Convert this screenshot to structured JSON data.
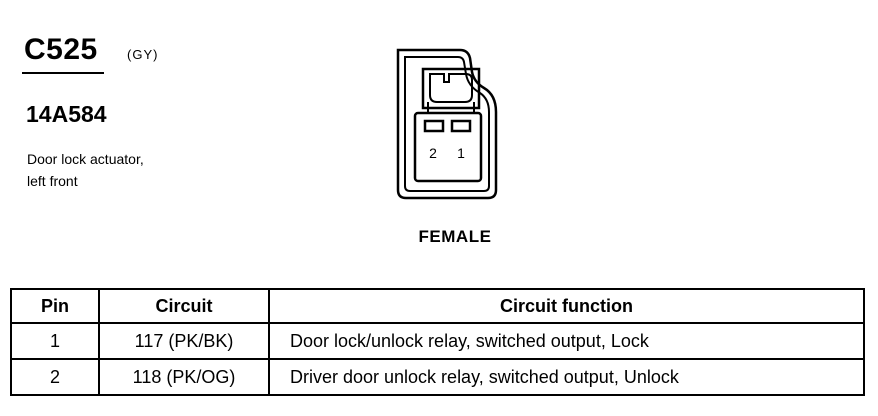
{
  "connector": {
    "id": "C525",
    "color_code": "(GY)",
    "part_number": "14A584",
    "description_lines": [
      "Door lock actuator,",
      "left front"
    ],
    "gender": "FEMALE",
    "pin_labels": [
      "2",
      "1"
    ]
  },
  "table": {
    "headers": {
      "pin": "Pin",
      "circuit": "Circuit",
      "function": "Circuit function"
    },
    "rows": [
      {
        "pin": "1",
        "circuit": "117 (PK/BK)",
        "function": "Door lock/unlock relay, switched output, Lock"
      },
      {
        "pin": "2",
        "circuit": "118 (PK/OG)",
        "function": "Driver door unlock relay, switched output, Unlock"
      }
    ]
  }
}
